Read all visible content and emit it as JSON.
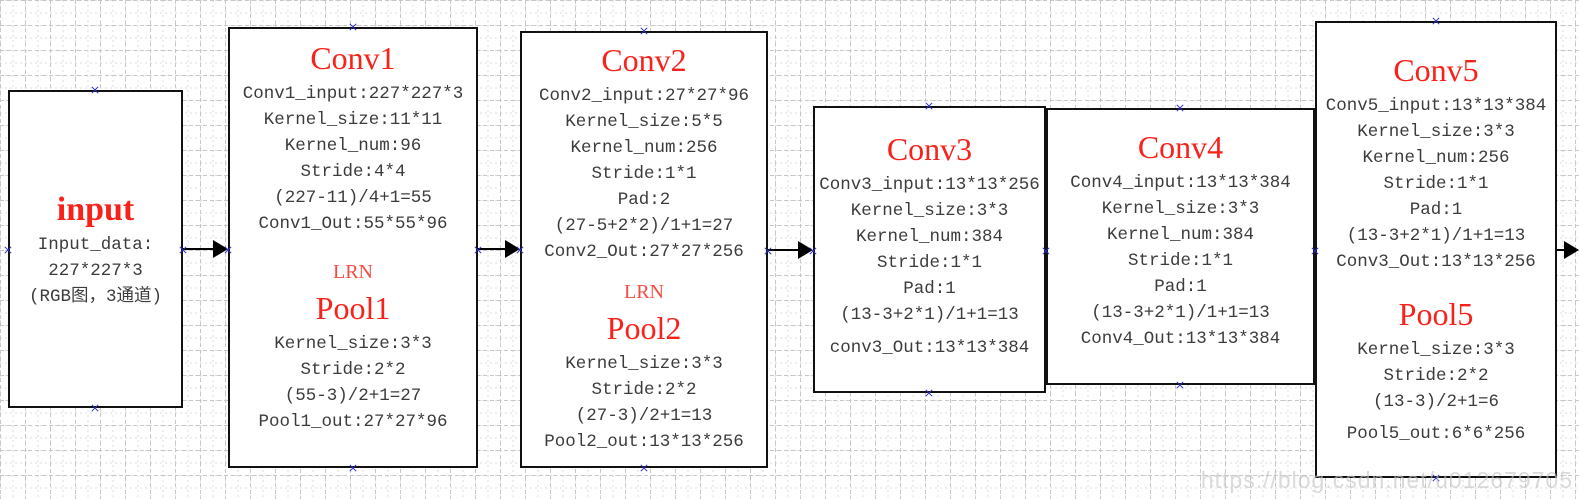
{
  "watermark": "https://blog.csdn.net/u012679705",
  "colors": {
    "title_red": "#f8221b",
    "body_text": "#3c3c3c",
    "border_black": "#111111",
    "grid_minor": "#dedede",
    "grid_major": "#c7c7c7",
    "handle_blue": "#2b2bbf",
    "watermark_gray": "#c4c4c4"
  },
  "nodes": [
    {
      "id": "input",
      "title": "input",
      "lines": [
        "Input_data:",
        "227*227*3",
        "(RGB图，3通道)"
      ]
    },
    {
      "id": "conv1",
      "title": "Conv1",
      "conv_lines": [
        "Conv1_input:227*227*3",
        "Kernel_size:11*11",
        "Kernel_num:96",
        "Stride:4*4",
        "(227-11)/4+1=55",
        "Conv1_Out:55*55*96"
      ],
      "lrn_label": "LRN",
      "pool_title": "Pool1",
      "pool_lines": [
        "Kernel_size:3*3",
        "Stride:2*2",
        "(55-3)/2+1=27",
        "Pool1_out:27*27*96"
      ]
    },
    {
      "id": "conv2",
      "title": "Conv2",
      "conv_lines": [
        "Conv2_input:27*27*96",
        "Kernel_size:5*5",
        "Kernel_num:256",
        "Stride:1*1",
        "Pad:2",
        "(27-5+2*2)/1+1=27",
        "Conv2_Out:27*27*256"
      ],
      "lrn_label": "LRN",
      "pool_title": "Pool2",
      "pool_lines": [
        "Kernel_size:3*3",
        "Stride:2*2",
        "(27-3)/2+1=13",
        "Pool2_out:13*13*256"
      ]
    },
    {
      "id": "conv3",
      "title": "Conv3",
      "lines": [
        "Conv3_input:13*13*256",
        "Kernel_size:3*3",
        "Kernel_num:384",
        "Stride:1*1",
        "Pad:1",
        "(13-3+2*1)/1+1=13",
        "conv3_Out:13*13*384"
      ]
    },
    {
      "id": "conv4",
      "title": "Conv4",
      "lines": [
        "Conv4_input:13*13*384",
        "Kernel_size:3*3",
        "Kernel_num:384",
        "Stride:1*1",
        "Pad:1",
        "(13-3+2*1)/1+1=13",
        "Conv4_Out:13*13*384"
      ]
    },
    {
      "id": "conv5",
      "title": "Conv5",
      "conv_lines": [
        "Conv5_input:13*13*384",
        "Kernel_size:3*3",
        "Kernel_num:256",
        "Stride:1*1",
        "Pad:1",
        "(13-3+2*1)/1+1=13",
        "Conv3_Out:13*13*256"
      ],
      "pool_title": "Pool5",
      "pool_lines": [
        "Kernel_size:3*3",
        "Stride:2*2",
        "(13-3)/2+1=6",
        "Pool5_out:6*6*256"
      ]
    }
  ]
}
